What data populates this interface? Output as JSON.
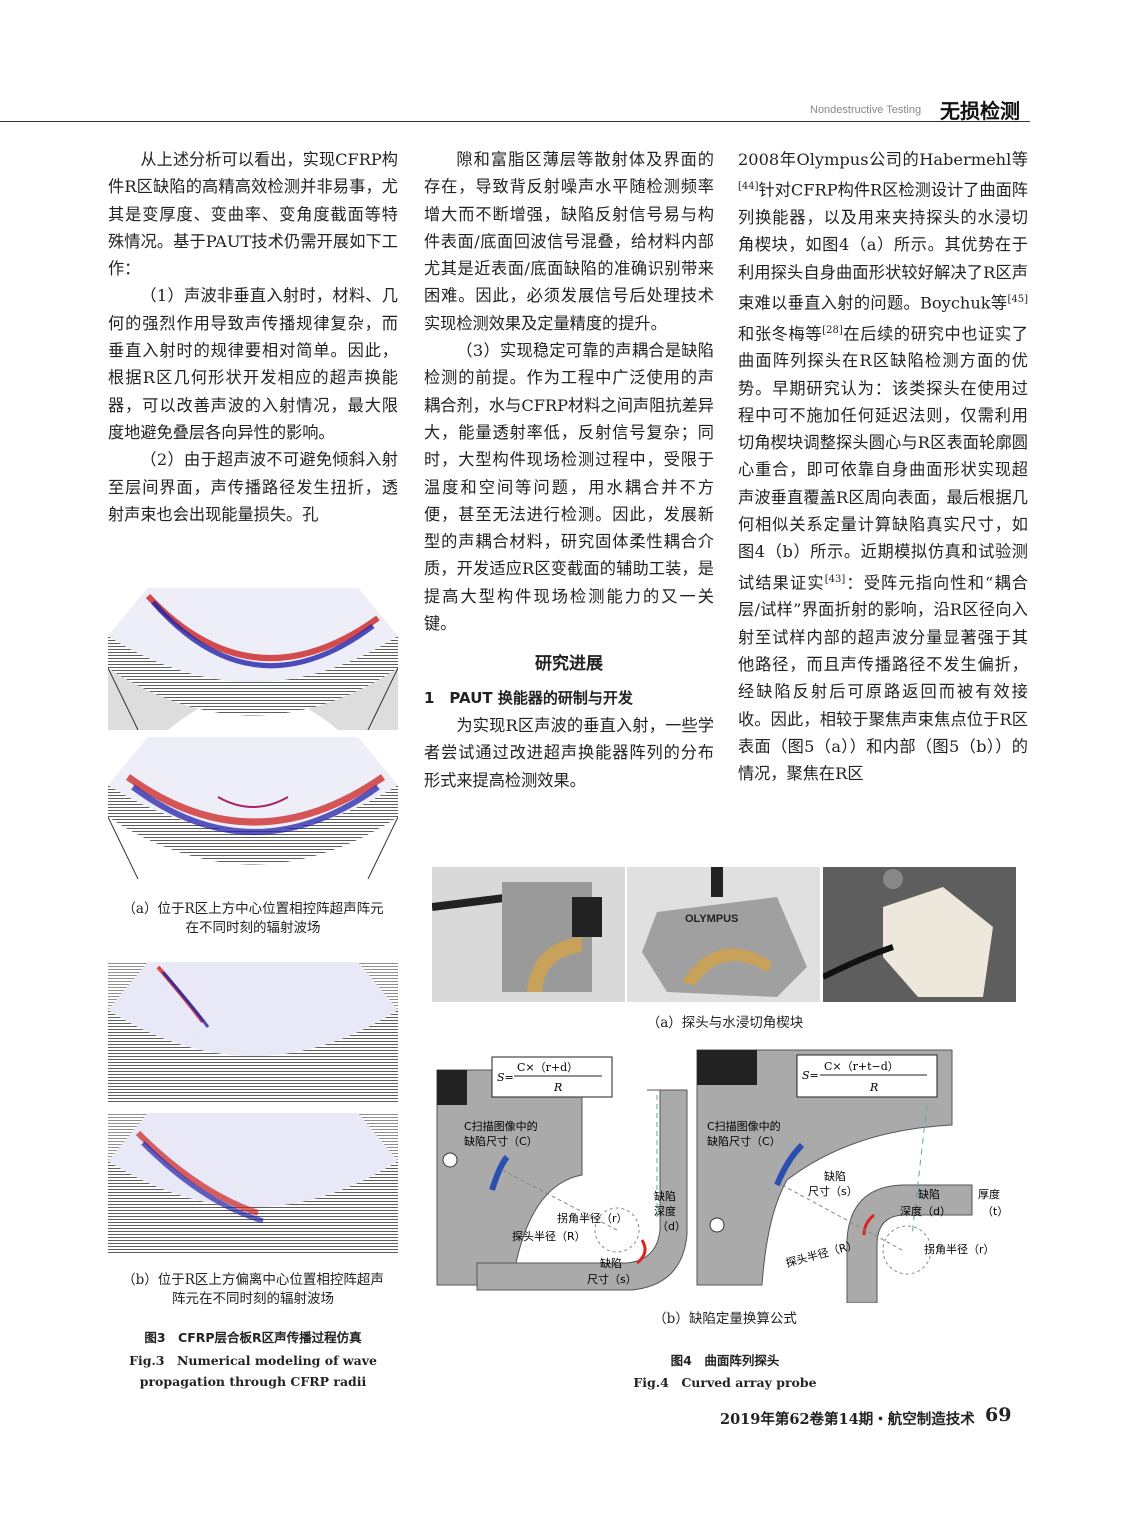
{
  "header": {
    "journal_en": "Nondestructive Testing",
    "journal_cn": "无损检测"
  },
  "col1": {
    "p1": "从上述分析可以看出，实现CFRP构件R区缺陷的高精高效检测并非易事，尤其是变厚度、变曲率、变角度截面等特殊情况。基于PAUT技术仍需开展如下工作：",
    "p2": "（1）声波非垂直入射时，材料、几何的强烈作用导致声传播规律复杂，而垂直入射时的规律要相对简单。因此，根据R区几何形状开发相应的超声换能器，可以改善声波的入射情况，最大限度地避免叠层各向异性的影响。",
    "p3": "（2）由于超声波不可避免倾斜入射至层间界面，声传播路径发生扭折，透射声束也会出现能量损失。孔"
  },
  "col2": {
    "p1": "隙和富脂区薄层等散射体及界面的存在，导致背反射噪声水平随检测频率增大而不断增强，缺陷反射信号易与构件表面/底面回波信号混叠，给材料内部尤其是近表面/底面缺陷的准确识别带来困难。因此，必须发展信号后处理技术实现检测效果及定量精度的提升。",
    "p2": "（3）实现稳定可靠的声耦合是缺陷检测的前提。作为工程中广泛使用的声耦合剂，水与CFRP材料之间声阻抗差异大，能量透射率低，反射信号复杂；同时，大型构件现场检测过程中，受限于温度和空间等问题，用水耦合并不方便，甚至无法进行检测。因此，发展新型的声耦合材料，研究固体柔性耦合介质，开发适应R区变截面的辅助工装，是提高大型构件现场检测能力的又一关键。",
    "section": "研究进展",
    "subsection": "1　PAUT 换能器的研制与开发",
    "p3": "为实现R区声波的垂直入射，一些学者尝试通过改进超声换能器阵列的分布形式来提高检测效果。"
  },
  "col3": {
    "p1a": "2008年Olympus公司的Habermehl等",
    "ref1": "[44]",
    "p1b": "针对CFRP构件R区检测设计了曲面阵列换能器，以及用来夹持探头的水浸切角楔块，如图4（a）所示。其优势在于利用探头自身曲面形状较好解决了R区声束难以垂直入射的问题。Boychuk等",
    "ref2": "[45]",
    "p1c": "和张冬梅等",
    "ref3": "[28]",
    "p1d": "在后续的研究中也证实了曲面阵列探头在R区缺陷检测方面的优势。早期研究认为：该类探头在使用过程中可不施加任何延迟法则，仅需利用切角楔块调整探头圆心与R区表面轮廓圆心重合，即可依靠自身曲面形状实现超声波垂直覆盖R区周向表面，最后根据几何相似关系定量计算缺陷真实尺寸，如图4（b）所示。近期模拟仿真和试验测试结果证实",
    "ref4": "[43]",
    "p1e": "：受阵元指向性和“耦合层/试样”界面折射的影响，沿R区径向入射至试样内部的超声波分量显著强于其他路径，而且声传播路径不发生偏折，经缺陷反射后可原路返回而被有效接收。因此，相较于聚焦声束焦点位于R区表面（图5（a））和内部（图5（b））的情况，聚焦在R区"
  },
  "fig3": {
    "cap_a_1": "（a）位于R区上方中心位置相控阵超声阵元",
    "cap_a_2": "在不同时刻的辐射波场",
    "cap_b_1": "（b）位于R区上方偏离中心位置相控阵超声",
    "cap_b_2": "阵元在不同时刻的辐射波场",
    "title_cn": "图3　CFRP层合板R区声传播过程仿真",
    "title_en_1": "Fig.3　Numerical modeling of wave",
    "title_en_2": "propagation through CFRP radii"
  },
  "fig4": {
    "cap_a": "（a）探头与水浸切角楔块",
    "photo_label": "OLYMPUS",
    "left": {
      "formula_lhs": "S=",
      "formula_num": "C×（r+d）",
      "formula_den": "R",
      "label_c1": "C扫描图像中的",
      "label_c2": "缺陷尺寸（C）",
      "label_corner": "拐角半径（r）",
      "label_probe": "探头半径（R）",
      "label_depth1": "缺陷",
      "label_depth2": "深度",
      "label_depth3": "（d）",
      "label_size1": "缺陷",
      "label_size2": "尺寸（s）"
    },
    "right": {
      "formula_lhs": "S=",
      "formula_num": "C×（r+t−d）",
      "formula_den": "R",
      "label_c1": "C扫描图像中的",
      "label_c2": "缺陷尺寸（C）",
      "label_size1": "缺陷",
      "label_size2": "尺寸（s）",
      "label_depth1": "缺陷",
      "label_depth2": "深度（d）",
      "label_thick1": "厚度",
      "label_thick2": "（t）",
      "label_probe": "探头半径（R）",
      "label_corner": "拐角半径（r）"
    },
    "cap_b": "（b）缺陷定量换算公式",
    "title_cn": "图4　曲面阵列探头",
    "title_en": "Fig.4　Curved array probe"
  },
  "footer": {
    "text": "2019年第62卷第14期・航空制造技术",
    "page": "69"
  }
}
